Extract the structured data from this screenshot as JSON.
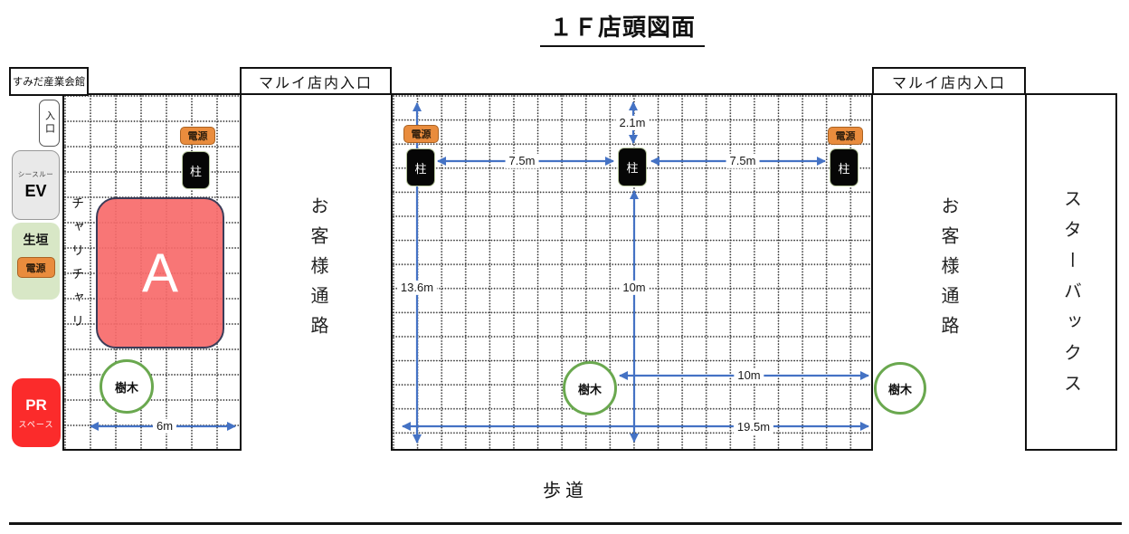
{
  "title": "１Ｆ店頭図面",
  "top_labels": {
    "sumida_hall": "すみだ産業会館",
    "marui_entrance": "マルイ店内入口"
  },
  "left_column": {
    "entrance": "入口",
    "ev_caption": "シースルー",
    "ev": "EV",
    "hedge": "生垣",
    "pr_line1": "PR",
    "pr_line2": "スペース"
  },
  "areas": {
    "bike_parking": "チャリチャリ",
    "zone_a": "A",
    "customer_passage": "お客様通路",
    "starbucks": "スターバックス",
    "sidewalk": "歩道"
  },
  "markers": {
    "pillar": "柱",
    "power": "電源",
    "tree": "樹木"
  },
  "dimensions": {
    "bike_width": "6m",
    "grid_height": "13.6m",
    "pillar_offset_top": "2.1m",
    "pillar_span_left": "7.5m",
    "pillar_span_right": "7.5m",
    "pillar_to_bottom": "10m",
    "tree_span": "10m",
    "frontage": "19.5m"
  },
  "colors": {
    "dimension_blue": "#4472c4",
    "power_orange": "#e98c3d",
    "zone_a_red": "#f76a6a",
    "pr_red": "#fb2b2b",
    "tree_green": "#6aa84f",
    "hedge_green": "#d8e7c6",
    "pillar_black": "#060606"
  }
}
